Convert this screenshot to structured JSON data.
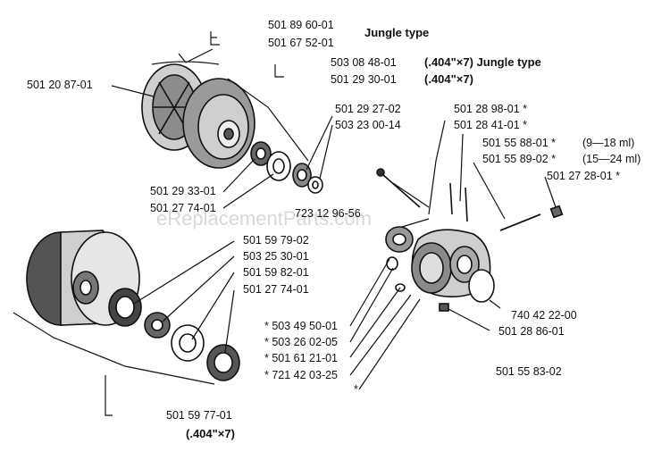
{
  "watermark": "eReplacementParts.com",
  "labels": {
    "p1": "501 89 60-01",
    "p2": "501 67 52-01",
    "jungle1": "Jungle type",
    "p3": "503 08 48-01",
    "p3note": "(.404\"×7) Jungle type",
    "p4": "501 29 30-01",
    "p4note": "(.404\"×7)",
    "p5": "501 20 87-01",
    "p6": "501 29 27-02",
    "p7": "503 23 00-14",
    "p8": "501 28 98-01 *",
    "p9": "501 28 41-01 *",
    "p10": "501 55 88-01 *",
    "p10note": "(9—18 ml)",
    "p11": "501 55 89-02 *",
    "p11note": "(15—24 ml)",
    "p12": "501 27 28-01 *",
    "p13": "501 29 33-01",
    "p14": "501 27 74-01",
    "p15": "723 12 96-56",
    "p16": "501 59 79-02",
    "p17": "503 25 30-01",
    "p18": "501 59 82-01",
    "p19": "501 27 74-01",
    "p20": "740 42 22-00",
    "p21": "501 28 86-01",
    "p22": "* 503 49 50-01",
    "p23": "* 503 26 02-05",
    "p24": "* 501 61 21-01",
    "p25": "* 721 42 03-25",
    "p26": "*",
    "p27": "501 55 83-02",
    "p28": "501 59 77-01",
    "p28note": "(.404\"×7)"
  }
}
